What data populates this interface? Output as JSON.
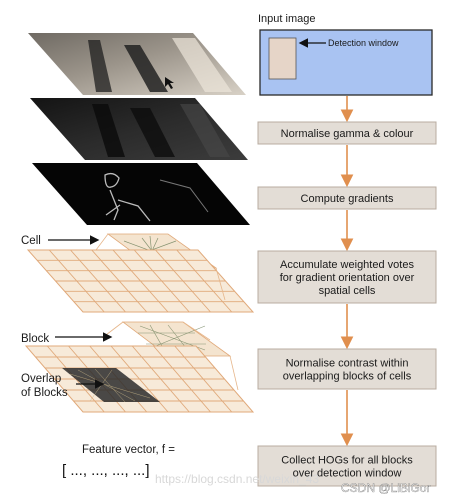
{
  "input_image": {
    "title": "Input image",
    "detection_window_label": "Detection window"
  },
  "steps": [
    {
      "lines": [
        "Normalise gamma & colour"
      ]
    },
    {
      "lines": [
        "Compute gradients"
      ]
    },
    {
      "lines": [
        "Accumulate weighted votes",
        "for gradient orientation over",
        "spatial cells"
      ]
    },
    {
      "lines": [
        "Normalise contrast within",
        "overlapping blocks of cells"
      ]
    },
    {
      "lines": [
        "Collect HOGs for all blocks",
        "over detection window"
      ]
    }
  ],
  "side_labels": {
    "cell": "Cell",
    "block": "Block",
    "overlap_line1": "Overlap",
    "overlap_line2": "of Blocks"
  },
  "feature_vector": {
    "label": "Feature vector, f =",
    "value": "[ ..., ..., ..., ...]"
  },
  "watermarks": {
    "url": "https://blog.csdn.net/weixin_43",
    "credit": "CSDN @LiBiGor"
  },
  "colors": {
    "box_fill": "#e3ddd6",
    "box_stroke": "#b8aca0",
    "arrow": "#e08f4e",
    "input_fill": "#a9c3f2",
    "input_stroke": "#2a2a2a",
    "window_fill": "#e6d5c8",
    "grid_fill": "#f7ead9",
    "grid_stroke": "#e0a97a"
  }
}
